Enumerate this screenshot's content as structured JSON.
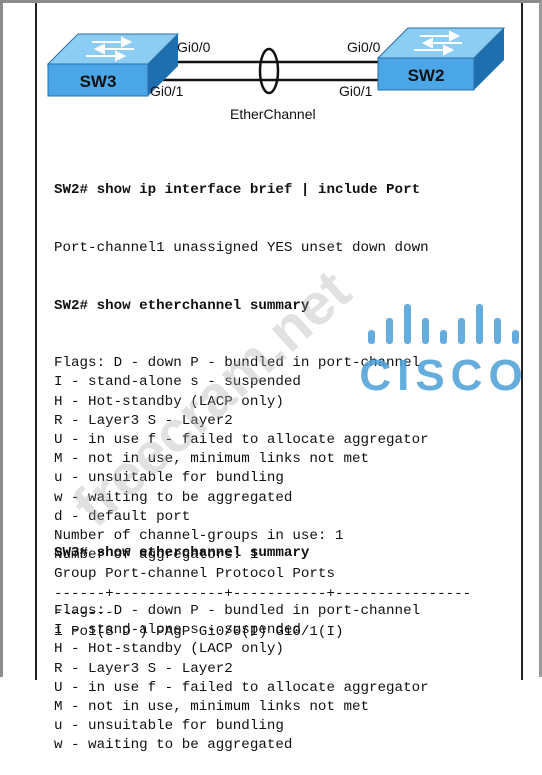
{
  "topology": {
    "left_switch": "SW3",
    "right_switch": "SW2",
    "ports": {
      "left_top": "Gi0/0",
      "left_bottom": "Gi0/1",
      "right_top": "Gi0/0",
      "right_bottom": "Gi0/1"
    },
    "bundle_label": "EtherChannel",
    "colors": {
      "switch_face": "#4aa6e6",
      "switch_top": "#8ccdf4",
      "switch_side": "#1f6fb0"
    }
  },
  "sw2": {
    "cmd1": "SW2# show ip interface brief | include Port",
    "out1": "Port-channel1 unassigned YES unset down down",
    "cmd2": "SW2# show etherchannel summary",
    "lines": [
      "Flags: D - down P - bundled in port-channel",
      "I - stand-alone s - suspended",
      "H - Hot-standby (LACP only)",
      "R - Layer3 S - Layer2",
      "U - in use f - failed to allocate aggregator",
      "M - not in use, minimum links not met",
      "u - unsuitable for bundling",
      "w - waiting to be aggregated",
      "d - default port",
      "Number of channel-groups in use: 1",
      "Number of aggregators: 1",
      "Group Port-channel Protocol Ports",
      "------+-------------+-----------+----------------",
      "-------",
      "1 Po1(S D ) PAgP Gi0/0(I) Gi0/1(I)"
    ]
  },
  "sw3": {
    "cmd": "SW3# show etherchannel summary",
    "lines": [
      "Flags: D - down P - bundled in port-channel",
      "I - stand-alone s - suspended",
      "H - Hot-standby (LACP only)",
      "R - Layer3 S - Layer2",
      "U - in use f - failed to allocate aggregator",
      "M - not in use, minimum links not met",
      "u - unsuitable for bundling",
      "w - waiting to be aggregated"
    ]
  },
  "watermark": {
    "site": "freecram.net",
    "logo": "CISCO",
    "color": "#4a9fd8"
  }
}
